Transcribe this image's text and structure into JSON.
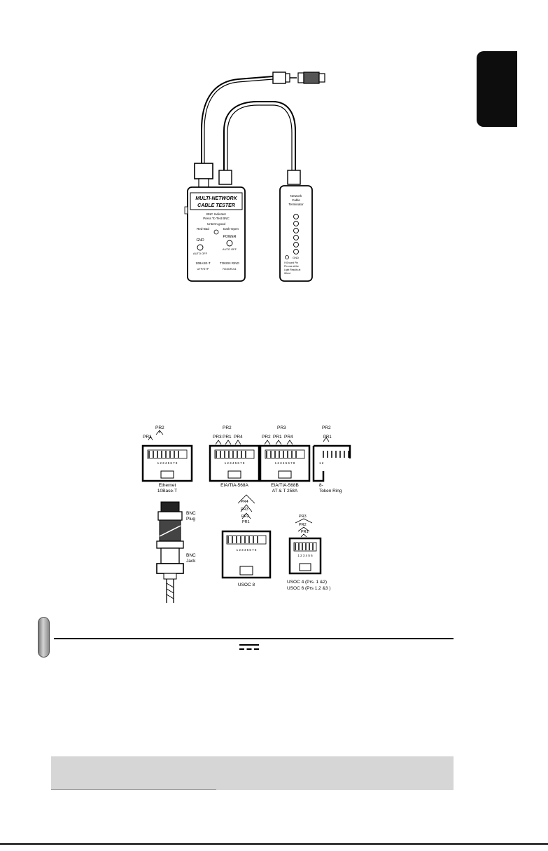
{
  "tester_figure": {
    "main_unit": {
      "line1": "MULTI-NETWORK",
      "line2": "CABLE TESTER",
      "bnc_indicator": "BNC Indicator",
      "press_to_test": "Press To Test BNC",
      "unterminated": "Unterm.good",
      "red_bad": "Red-Bad",
      "dark_open": "Dark-Open",
      "gnd": "GND",
      "auto_off": "AUTO OFF",
      "power": "POWER",
      "base_t": "10BASE-T",
      "token_ring": "TOKEN RING",
      "utp_stp_left": "UTP/STP",
      "utp_stp_right": "RJ45/RJ11"
    },
    "remote_unit": {
      "title1": "Network",
      "title2": "Cable",
      "title3": "Terminator",
      "gnd": "GND",
      "small_lines": [
        "If Ground Pin",
        "Pin one at the",
        "Light Results at",
        "Wired"
      ]
    }
  },
  "pinout_figure": {
    "connectors": [
      {
        "pairs": [
          "PR2",
          "PR1"
        ],
        "pins": "1 2 3 4 5 6 7 8",
        "caption_lines": [
          "Ethernet",
          "10Base-T"
        ]
      },
      {
        "pairs": [
          "PR2",
          "PR3",
          "PR1",
          "PR4"
        ],
        "pins": "1 2 3 4 5 6 7 8",
        "caption_lines": [
          "EIA/TIA-568A"
        ]
      },
      {
        "pairs": [
          "PR3",
          "PR2",
          "PR1",
          "PR4"
        ],
        "pins": "1 2 3 4 5 6 7 8",
        "caption_lines": [
          "EIA/TIA-568B",
          "AT & T 258A"
        ]
      },
      {
        "pairs": [
          "PR2",
          "PR1"
        ],
        "pins": "1 2",
        "caption_lines": [
          "8-",
          "Token Ring"
        ]
      }
    ],
    "bnc": {
      "plug": [
        "BNC",
        "Plug"
      ],
      "jack": [
        "BNC",
        "Jack"
      ]
    },
    "usoc8": {
      "pairs": [
        "PR4",
        "PR3",
        "PR2",
        "PR1"
      ],
      "pins": "1 2 3 4 5 6 7 8",
      "caption": "USOC 8"
    },
    "usoc46": {
      "pairs": [
        "PR3",
        "PR2",
        "PR1"
      ],
      "pins": "1 2 3 4 5 6",
      "caption_lines": [
        "USOC 4 (Prs. 1 &2)",
        "USOC 6 (Prs 1,2 &3 )"
      ]
    }
  }
}
